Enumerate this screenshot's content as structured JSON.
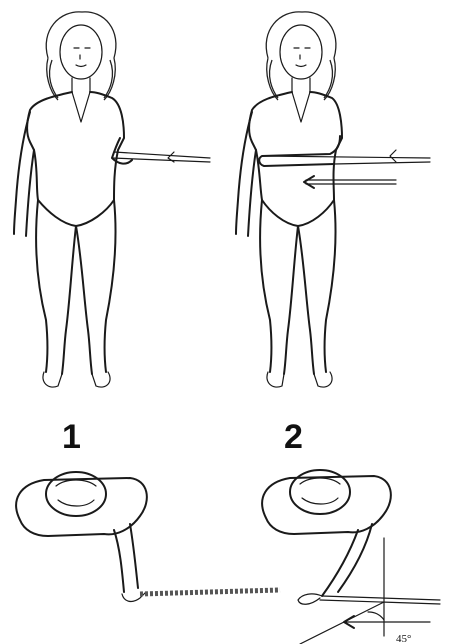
{
  "steps": [
    {
      "number": "1"
    },
    {
      "number": "2"
    }
  ],
  "angle_label": "45°",
  "colors": {
    "ink": "#1a1a1a",
    "band": "#555555",
    "background": "#ffffff"
  }
}
